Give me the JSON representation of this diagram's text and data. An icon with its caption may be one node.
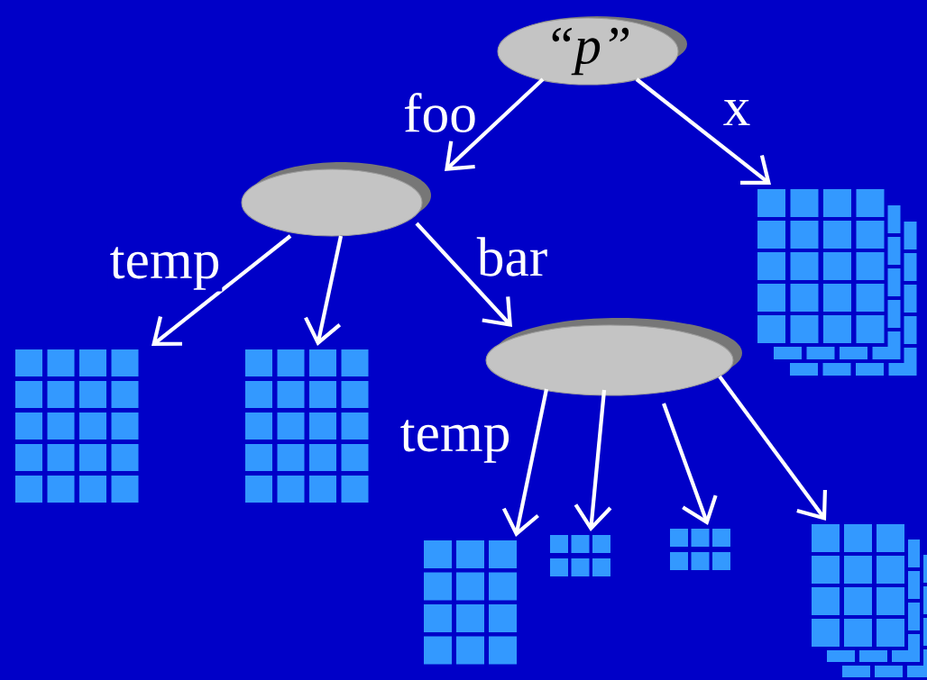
{
  "diagram": {
    "nodes": [
      {
        "text": [
          "“p”"
        ]
      },
      {
        "text": [],
        "shape": "ellipse"
      },
      {
        "text": [],
        "shape": "grid"
      },
      {
        "text": [],
        "shape": "grid"
      },
      {
        "text": [],
        "shape": "grid"
      },
      {
        "text": [],
        "shape": "ellipse"
      },
      {
        "text": [],
        "shape": "grid"
      },
      {
        "text": [],
        "shape": "grid"
      },
      {
        "text": [],
        "shape": "grid"
      },
      {
        "text": [],
        "shape": "grid"
      }
    ],
    "edges": [
      {
        "from": 0,
        "to": 1,
        "arrow": "to",
        "label": "foo"
      },
      {
        "from": 0,
        "to": 2,
        "arrow": "to",
        "label": "x"
      },
      {
        "from": 1,
        "to": 3,
        "arrow": "to",
        "label": "temp"
      },
      {
        "from": 1,
        "to": 4,
        "arrow": "to"
      },
      {
        "from": 1,
        "to": 5,
        "arrow": "to",
        "label": "bar"
      },
      {
        "from": 5,
        "to": 6,
        "arrow": "to",
        "label": "temp"
      },
      {
        "from": 5,
        "to": 7,
        "arrow": "to"
      },
      {
        "from": 5,
        "to": 8,
        "arrow": "to"
      },
      {
        "from": 5,
        "to": 9,
        "arrow": "to"
      }
    ]
  }
}
